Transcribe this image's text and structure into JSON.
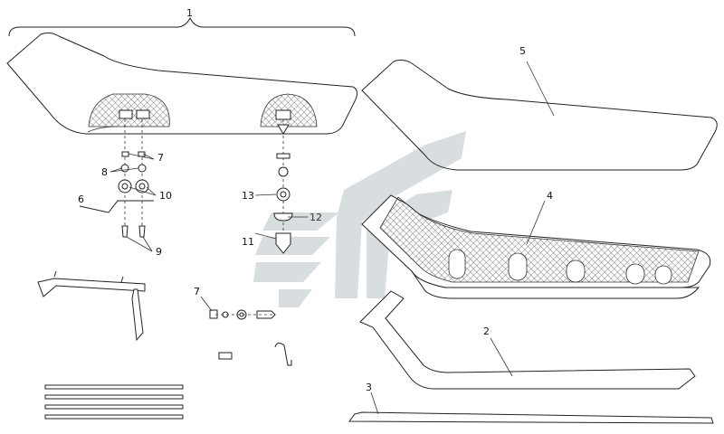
{
  "callouts": {
    "c1": "1",
    "c2": "2",
    "c3": "3",
    "c4": "4",
    "c5": "5",
    "c6": "6",
    "c7a": "7",
    "c7b": "7",
    "c8": "8",
    "c9": "9",
    "c10": "10",
    "c11": "11",
    "c12": "12",
    "c13": "13"
  },
  "colors": {
    "watermark": "#b9c3c8",
    "mesh": "#555555",
    "ink": "#222222"
  },
  "icons": {
    "watermark": "logo-watermark-icon"
  }
}
